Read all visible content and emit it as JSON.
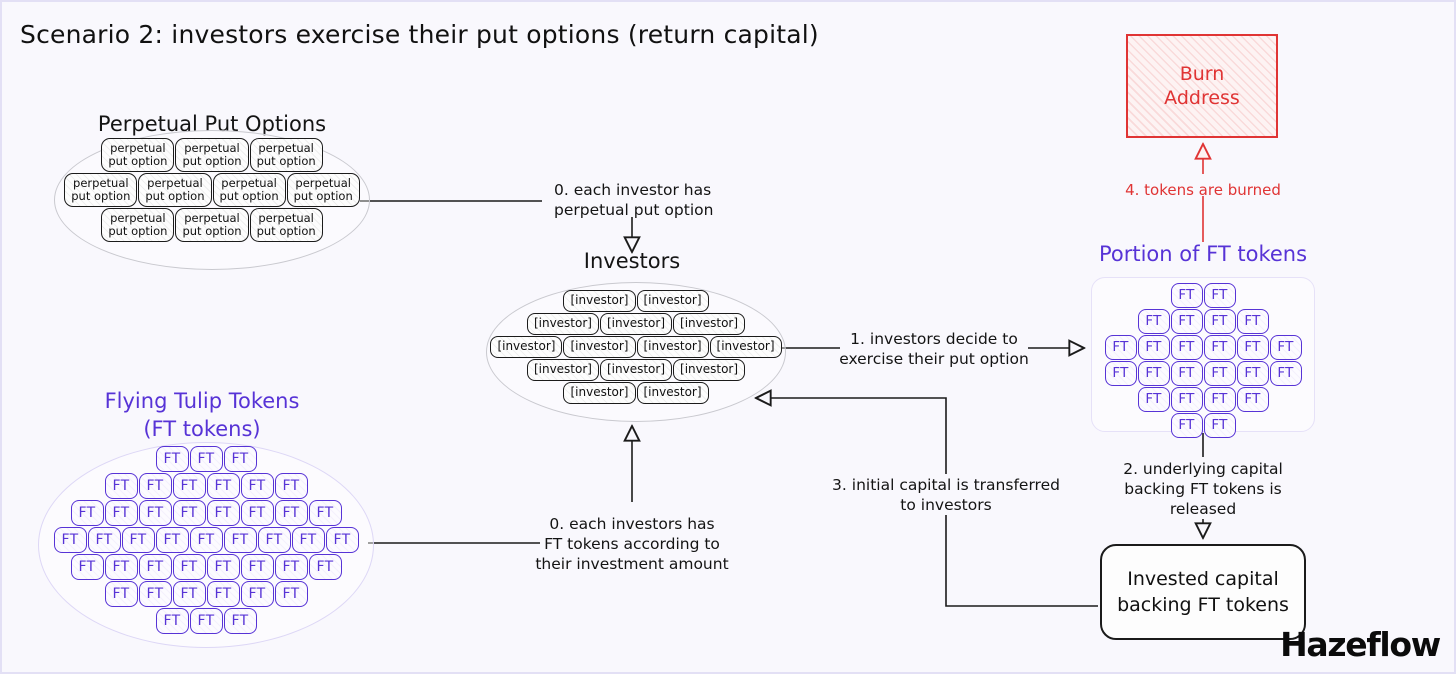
{
  "title": "Scenario 2: investors exercise their put options (return capital)",
  "colors": {
    "background": "#f9f8fd",
    "ink": "#141414",
    "purple": "#5733d6",
    "red": "#e03434",
    "lilac_border": "#e3e0f5"
  },
  "clusters": {
    "put_options": {
      "heading": "Perpetual Put Options",
      "node_label": "perpetual\nput option",
      "node_label_line1": "perpetual",
      "node_label_line2": "put option",
      "rows": [
        3,
        4,
        3
      ],
      "count": 10
    },
    "investors": {
      "heading": "Investors",
      "node_label": "[investor]",
      "rows": [
        2,
        3,
        4,
        3,
        2
      ],
      "count": 14
    },
    "ft_tokens": {
      "heading_line1": "Flying Tulip Tokens",
      "heading_line2": "(FT tokens)",
      "node_label": "FT",
      "rows": [
        3,
        6,
        8,
        9,
        8,
        6,
        3
      ],
      "count": 43
    },
    "portion": {
      "heading": "Portion of FT tokens",
      "node_label": "FT",
      "rows": [
        2,
        4,
        6,
        6,
        4,
        2
      ],
      "count": 24
    }
  },
  "boxes": {
    "burn": {
      "line1": "Burn",
      "line2": "Address"
    },
    "capital": {
      "line1": "Invested capital",
      "line2": "backing FT tokens"
    }
  },
  "edges": [
    {
      "id": "edge-0-put",
      "lines": [
        "0. each investor has",
        "perpetual put option"
      ]
    },
    {
      "id": "edge-0-ft",
      "lines": [
        "0. each investors has",
        "FT tokens according to",
        "their investment amount"
      ]
    },
    {
      "id": "edge-1",
      "lines": [
        "1. investors decide to",
        "exercise their put option"
      ]
    },
    {
      "id": "edge-2",
      "lines": [
        "2. underlying capital",
        "backing FT tokens is",
        "released"
      ]
    },
    {
      "id": "edge-3",
      "lines": [
        "3. initial capital is transferred",
        "to investors"
      ]
    },
    {
      "id": "edge-4",
      "lines": [
        "4. tokens are burned"
      ]
    }
  ],
  "logo": "Hazeflow"
}
